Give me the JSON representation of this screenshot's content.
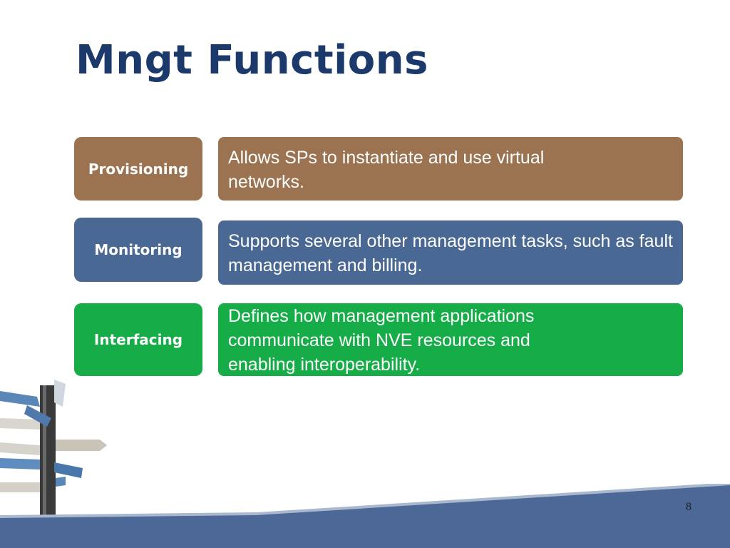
{
  "slide": {
    "title": "Mngt Functions",
    "page_number": "8"
  },
  "rows": [
    {
      "label": "Provisioning",
      "description": "Allows SPs to instantiate and use virtual networks.",
      "color": "#9b7350"
    },
    {
      "label": "Monitoring",
      "description": "Supports several other management tasks, such as fault management and billing.",
      "color": "#4a6894"
    },
    {
      "label": "Interfacing",
      "description": "Defines how management applications communicate with NVE resources and enabling interoperability.",
      "color": "#16ad48"
    }
  ],
  "colors": {
    "title": "#1b3a6b",
    "footer_band": "#4b6896"
  }
}
